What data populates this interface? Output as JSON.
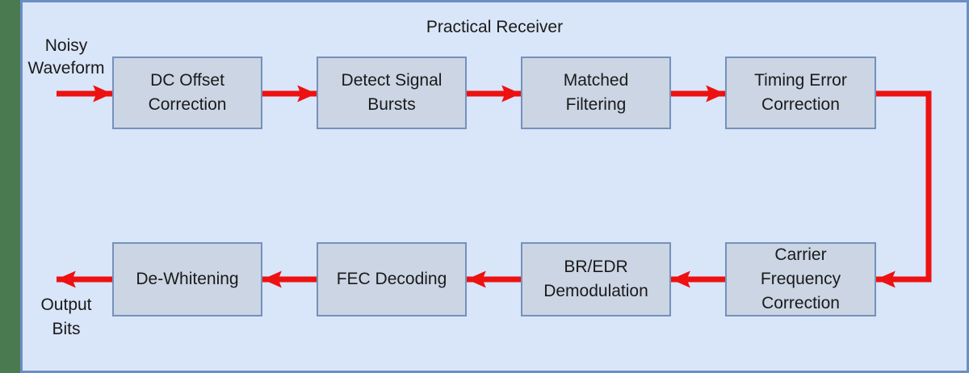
{
  "title": "Practical Receiver",
  "input_label": "Noisy\nWaveform",
  "output_label": "Output\nBits",
  "blocks": [
    {
      "id": "dc-offset-correction",
      "label": "DC Offset\nCorrection"
    },
    {
      "id": "detect-signal-bursts",
      "label": "Detect Signal\nBursts"
    },
    {
      "id": "matched-filtering",
      "label": "Matched\nFiltering"
    },
    {
      "id": "timing-error-correction",
      "label": "Timing Error\nCorrection"
    },
    {
      "id": "carrier-frequency-correction",
      "label": "Carrier\nFrequency\nCorrection"
    },
    {
      "id": "br-edr-demodulation",
      "label": "BR/EDR\nDemodulation"
    },
    {
      "id": "fec-decoding",
      "label": "FEC Decoding"
    },
    {
      "id": "de-whitening",
      "label": "De-Whitening"
    }
  ],
  "flow_order": [
    "Noisy Waveform",
    "DC Offset Correction",
    "Detect Signal Bursts",
    "Matched Filtering",
    "Timing Error Correction",
    "Carrier Frequency Correction",
    "BR/EDR Demodulation",
    "FEC Decoding",
    "De-Whitening",
    "Output Bits"
  ],
  "colors": {
    "outside_background": "#4a7a50",
    "canvas_background": "#d9e5f8",
    "frame_border": "#6b8ec5",
    "box_fill": "#cbd5e4",
    "box_border": "#7591bb",
    "arrow": "#ed1111",
    "text": "#1a1a1a"
  }
}
